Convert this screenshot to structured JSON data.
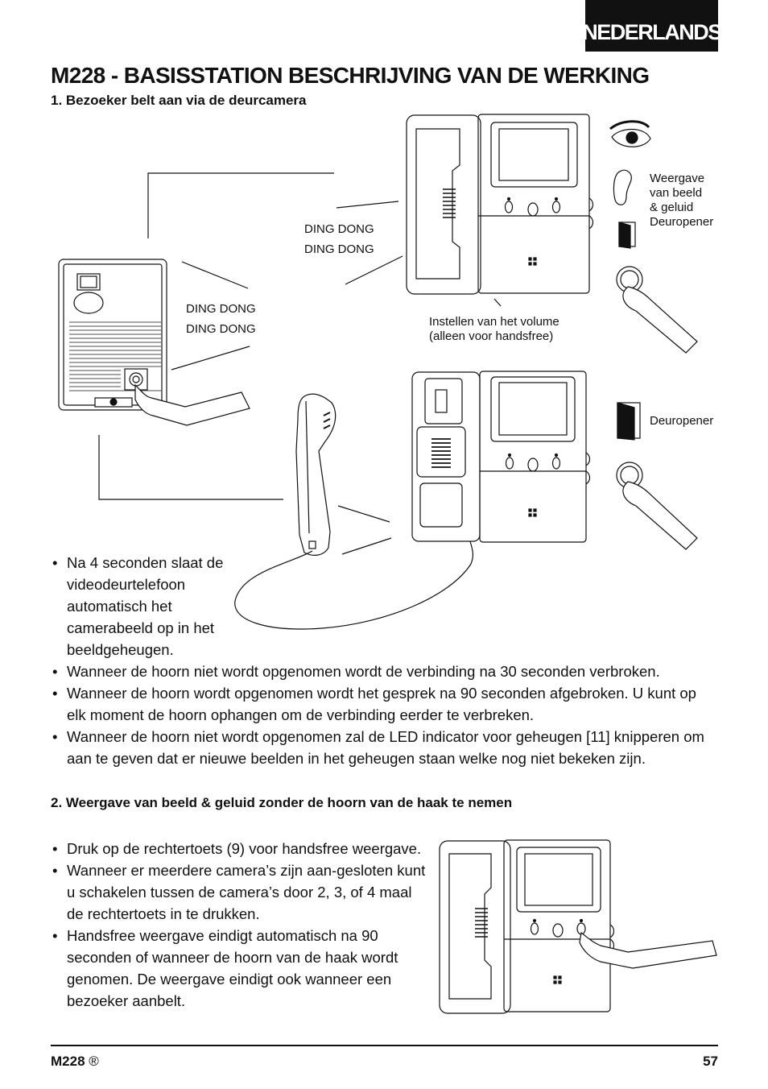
{
  "language_badge": "NEDERLANDS",
  "title": "M228 - BASISSTATION  BESCHRIJVING VAN DE WERKING",
  "section1": {
    "heading": "1. Bezoeker belt aan via de deurcamera",
    "ding1": [
      "DING DONG",
      "DING DONG"
    ],
    "ding2": [
      "DING DONG",
      "DING DONG"
    ],
    "volume_label": [
      "Instellen van het volume",
      "(alleen voor handsfree)"
    ],
    "side_label": [
      "Weergave",
      "van beeld",
      "& geluid",
      "Deuropener"
    ],
    "door_label": "Deuropener",
    "bullets_narrow": [
      "Na 4 seconden slaat de videodeurtelefoon automatisch het camerabeeld op in het beeldgeheugen."
    ],
    "bullets": [
      "Wanneer de hoorn niet wordt opgenomen wordt de verbinding na 30 seconden verbroken.",
      "Wanneer de hoorn wordt opgenomen wordt het gesprek na 90 seconden afgebroken. U kunt op elk moment de hoorn ophangen om de verbinding eerder te verbreken.",
      "Wanneer de hoorn niet wordt opgenomen zal de LED indicator voor geheugen [11] knipperen om aan te geven dat er nieuwe beelden in het geheugen staan welke nog niet bekeken zijn."
    ]
  },
  "section2": {
    "heading": "2. Weergave van beeld & geluid zonder de hoorn van de haak te nemen",
    "bullets": [
      "Druk op de rechtertoets (9) voor handsfree weergave.",
      "Wanneer er meerdere camera’s zijn aan-gesloten kunt u schakelen tussen de camera’s door 2, 3, of 4 maal de rechtertoets in te drukken.",
      "Handsfree weergave eindigt automatisch na 90 seconden of wanneer de hoorn van de haak wordt genomen. De weergave eindigt ook wanneer een bezoeker aanbelt."
    ]
  },
  "footer": {
    "model": "M228",
    "registered": " ®",
    "page_number": "57"
  }
}
